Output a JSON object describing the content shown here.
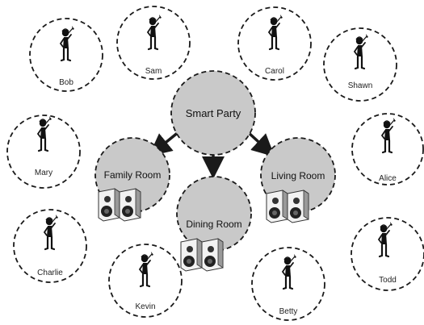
{
  "center": {
    "label": "Smart Party"
  },
  "rooms": [
    {
      "id": "family",
      "label": "Family Room"
    },
    {
      "id": "dining",
      "label": "Dining Room"
    },
    {
      "id": "living",
      "label": "Living Room"
    }
  ],
  "people": [
    {
      "id": "bob",
      "name": "Bob"
    },
    {
      "id": "sam",
      "name": "Sam"
    },
    {
      "id": "carol",
      "name": "Carol"
    },
    {
      "id": "shawn",
      "name": "Shawn"
    },
    {
      "id": "mary",
      "name": "Mary"
    },
    {
      "id": "alice",
      "name": "Alice"
    },
    {
      "id": "charlie",
      "name": "Charlie"
    },
    {
      "id": "kevin",
      "name": "Kevin"
    },
    {
      "id": "betty",
      "name": "Betty"
    },
    {
      "id": "todd",
      "name": "Todd"
    }
  ],
  "colors": {
    "room_fill": "#c9c9c9",
    "stroke": "#1a1a1a"
  }
}
